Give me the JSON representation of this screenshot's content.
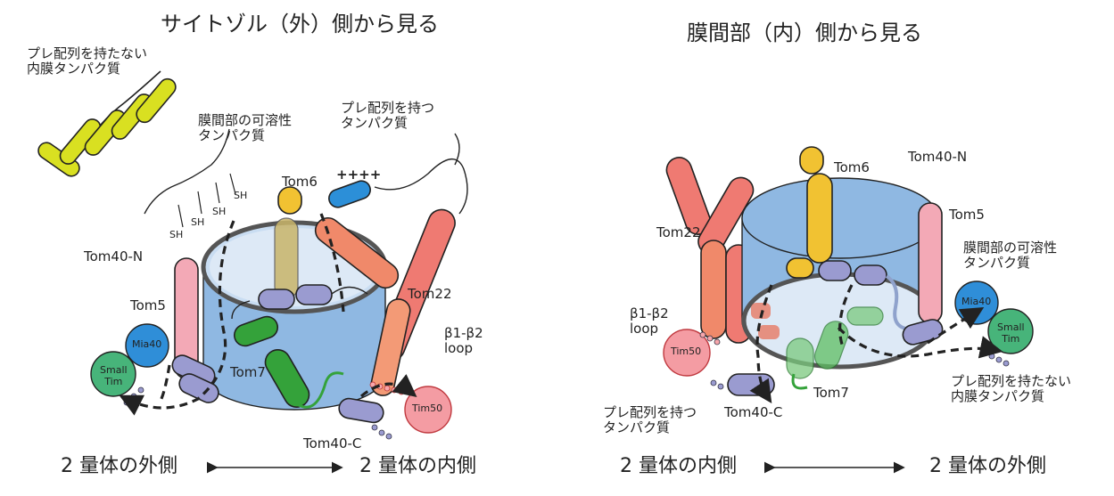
{
  "left_panel": {
    "title": "サイトゾル（外）側から見る",
    "texts": {
      "inner_membrane_protein": "プレ配列を持たない\n内膜タンパク質",
      "ims_soluble_protein": "膜間部の可溶性\nタンパク質",
      "presequence_protein": "プレ配列を持つ\nタンパク質",
      "tom6": "Tom6",
      "tom40_n": "Tom40-N",
      "tom5": "Tom5",
      "tom22": "Tom22",
      "tom7": "Tom7",
      "tom40_c": "Tom40-C",
      "beta_loop": "β1-β2\nloop",
      "mia40": "Mia40",
      "small_tim": "Small\nTim",
      "tim50": "Tim50",
      "sh1": "SH",
      "sh2": "SH",
      "sh3": "SH",
      "sh4": "SH",
      "plus": "++++"
    },
    "bottom_left": "2 量体の外側",
    "bottom_right": "2 量体の内側",
    "arrow": "⟷"
  },
  "right_panel": {
    "title": "膜間部（内）側から見る",
    "texts": {
      "tom6": "Tom6",
      "tom40_n": "Tom40-N",
      "tom5": "Tom5",
      "tom22": "Tom22",
      "ims_soluble_protein": "膜間部の可溶性\nタンパク質",
      "mia40": "Mia40",
      "small_tim": "Small\nTim",
      "beta_loop": "β1-β2\nloop",
      "tim50": "Tim50",
      "inner_membrane_protein": "プレ配列を持たない\n内膜タンパク質",
      "presequence_protein": "プレ配列を持つ\nタンパク質",
      "tom40_c": "Tom40-C",
      "tom7": "Tom7"
    },
    "bottom_left": "2 量体の内側",
    "bottom_right": "2 量体の外側",
    "arrow": "⟷"
  },
  "colors": {
    "barrel": "#8fb8e2",
    "barrel_light": "#c9ddf2",
    "tom22": "#ef7a72",
    "tom5": "#f3a9b6",
    "tom6": "#f1c232",
    "tom7": "#34a23a",
    "tom40": "#9a9bd0",
    "mia40": "#2f8ed8",
    "small_tim": "#47b47a",
    "tim50": "#f49ca3",
    "helix_yellow": "#d9e021",
    "presequence": "#2c8fd8"
  }
}
